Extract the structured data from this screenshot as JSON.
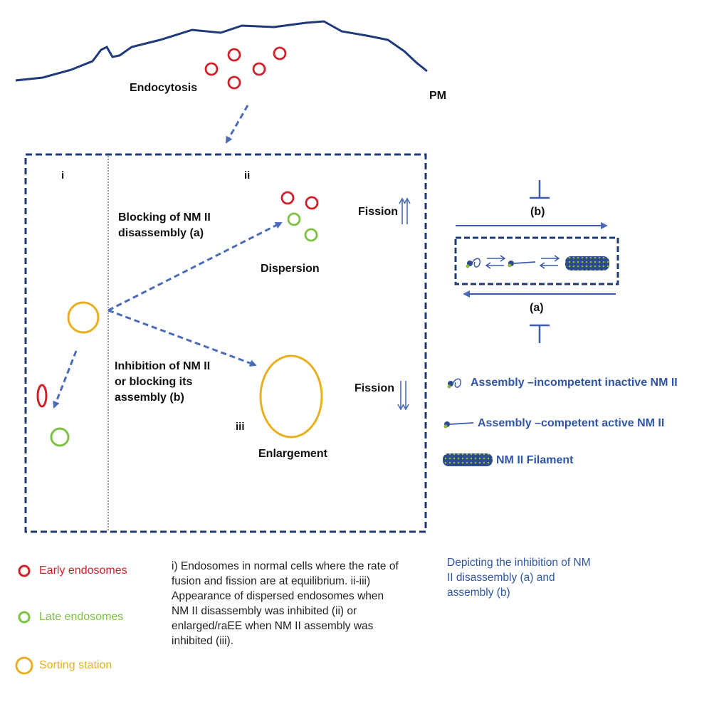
{
  "labels": {
    "endocytosis": "Endocytosis",
    "pm": "PM",
    "panel_i": "i",
    "panel_ii": "ii",
    "panel_iii": "iii",
    "blocking_line1": "Blocking of NM II",
    "blocking_line2": "disassembly (a)",
    "dispersion": "Dispersion",
    "inhibition_line1": "Inhibition of NM II",
    "inhibition_line2": "or blocking its",
    "inhibition_line3": "assembly (b)",
    "enlargement": "Enlargement",
    "fission_up": "Fission",
    "fission_down": "Fission",
    "b_label": "(b)",
    "a_label": "(a)"
  },
  "nm_legend": {
    "inactive": "Assembly –incompetent inactive NM II",
    "active": "Assembly –competent active NM II",
    "filament": "NM II Filament"
  },
  "legend": {
    "early": "Early endosomes",
    "late": "Late endosomes",
    "sorting": "Sorting station"
  },
  "description": {
    "line1": "i) Endosomes in normal cells where the rate of",
    "line2": "fusion and fission are at equilibrium. ii-iii)",
    "line3": "Appearance of dispersed endosomes when",
    "line4": "NM II disassembly was inhibited (ii) or",
    "line5": "enlarged/raEE when NM II assembly was",
    "line6": "inhibited (iii)."
  },
  "depicting": {
    "line1": "Depicting the inhibition of NM",
    "line2": "II disassembly (a) and",
    "line3": "assembly (b)"
  },
  "colors": {
    "early_endosome": "#d0202a",
    "late_endosome": "#7dc242",
    "sorting_station": "#e8b020",
    "diagram_blue": "#3b5aa8",
    "frame_navy": "#1f3a73",
    "membrane": "#1f3a7a"
  }
}
